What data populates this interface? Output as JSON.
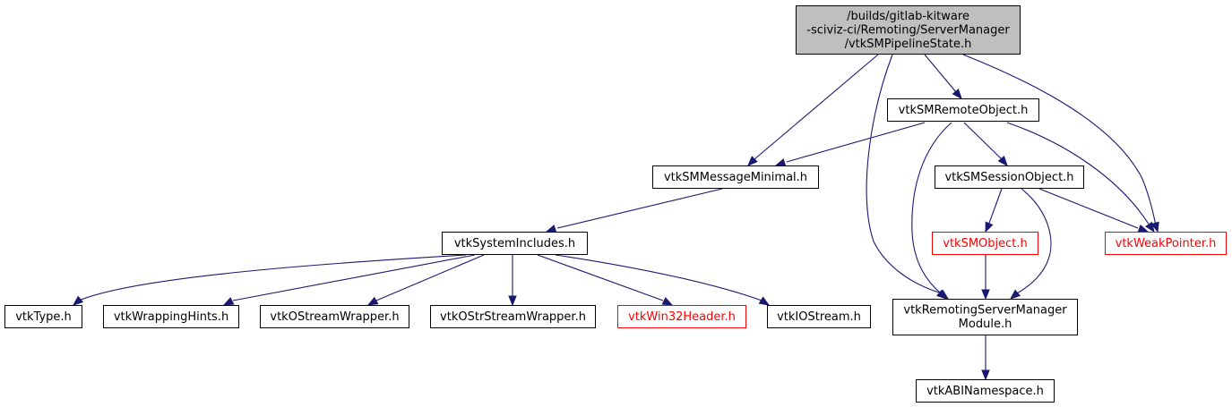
{
  "colors": {
    "edge": "#191970",
    "root_fill": "#bfbfbf",
    "normal_border": "#000000",
    "missing_border": "#ff0000"
  },
  "nodes": {
    "root": {
      "lines": [
        "/builds/gitlab-kitware",
        "-sciviz-ci/Remoting/ServerManager",
        "/vtkSMPipelineState.h"
      ],
      "kind": "root"
    },
    "remote_object": {
      "lines": [
        "vtkSMRemoteObject.h"
      ],
      "kind": "normal"
    },
    "message_minimal": {
      "lines": [
        "vtkSMMessageMinimal.h"
      ],
      "kind": "normal"
    },
    "session_object": {
      "lines": [
        "vtkSMSessionObject.h"
      ],
      "kind": "normal"
    },
    "system_includes": {
      "lines": [
        "vtkSystemIncludes.h"
      ],
      "kind": "normal"
    },
    "sm_object": {
      "lines": [
        "vtkSMObject.h"
      ],
      "kind": "missing"
    },
    "weak_pointer": {
      "lines": [
        "vtkWeakPointer.h"
      ],
      "kind": "missing"
    },
    "type": {
      "lines": [
        "vtkType.h"
      ],
      "kind": "normal"
    },
    "wrapping_hints": {
      "lines": [
        "vtkWrappingHints.h"
      ],
      "kind": "normal"
    },
    "ostream_wrapper": {
      "lines": [
        "vtkOStreamWrapper.h"
      ],
      "kind": "normal"
    },
    "ostrstream_wrapper": {
      "lines": [
        "vtkOStrStreamWrapper.h"
      ],
      "kind": "normal"
    },
    "win32_header": {
      "lines": [
        "vtkWin32Header.h"
      ],
      "kind": "missing"
    },
    "iostream": {
      "lines": [
        "vtkIOStream.h"
      ],
      "kind": "normal"
    },
    "remoting_module": {
      "lines": [
        "vtkRemotingServerManager",
        "Module.h"
      ],
      "kind": "normal"
    },
    "abi_namespace": {
      "lines": [
        "vtkABINamespace.h"
      ],
      "kind": "normal"
    }
  },
  "edges": [
    {
      "from": "root",
      "to": "message_minimal"
    },
    {
      "from": "root",
      "to": "remote_object"
    },
    {
      "from": "root",
      "to": "remoting_module"
    },
    {
      "from": "root",
      "to": "weak_pointer"
    },
    {
      "from": "remote_object",
      "to": "message_minimal"
    },
    {
      "from": "remote_object",
      "to": "session_object"
    },
    {
      "from": "remote_object",
      "to": "remoting_module"
    },
    {
      "from": "remote_object",
      "to": "weak_pointer"
    },
    {
      "from": "message_minimal",
      "to": "system_includes"
    },
    {
      "from": "session_object",
      "to": "sm_object"
    },
    {
      "from": "session_object",
      "to": "remoting_module"
    },
    {
      "from": "session_object",
      "to": "weak_pointer"
    },
    {
      "from": "sm_object",
      "to": "remoting_module"
    },
    {
      "from": "system_includes",
      "to": "type"
    },
    {
      "from": "system_includes",
      "to": "wrapping_hints"
    },
    {
      "from": "system_includes",
      "to": "ostream_wrapper"
    },
    {
      "from": "system_includes",
      "to": "ostrstream_wrapper"
    },
    {
      "from": "system_includes",
      "to": "win32_header"
    },
    {
      "from": "system_includes",
      "to": "iostream"
    },
    {
      "from": "remoting_module",
      "to": "abi_namespace"
    }
  ]
}
